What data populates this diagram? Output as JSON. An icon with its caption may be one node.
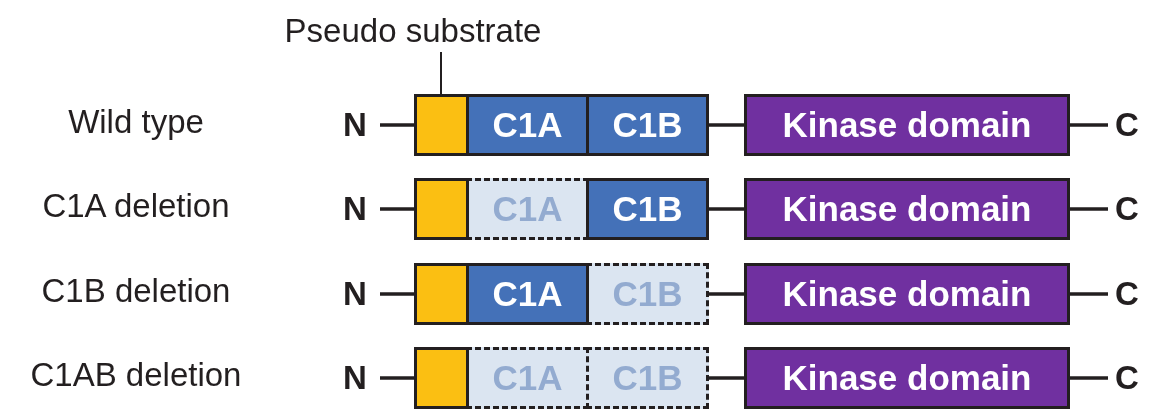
{
  "diagram": {
    "nodes": [
      {
        "text": [
          "Pseudo substrate"
        ]
      },
      {
        "text": [
          "N"
        ]
      },
      {
        "text": [],
        "shape": "box"
      },
      {
        "text": [
          "C1A"
        ]
      },
      {
        "text": [
          "C1B"
        ]
      },
      {
        "text": [
          "Kinase domain"
        ]
      },
      {
        "text": [
          "C"
        ]
      },
      {
        "text": [
          "N"
        ]
      },
      {
        "text": [],
        "shape": "box"
      },
      {
        "text": [
          "C1A"
        ]
      },
      {
        "text": [
          "C1B"
        ]
      },
      {
        "text": [
          "Kinase domain"
        ]
      },
      {
        "text": [
          "C"
        ]
      },
      {
        "text": [
          "N"
        ]
      },
      {
        "text": [],
        "shape": "box"
      },
      {
        "text": [
          "C1A"
        ]
      },
      {
        "text": [
          "C1B"
        ]
      },
      {
        "text": [
          "Kinase domain"
        ]
      },
      {
        "text": [
          "C"
        ]
      },
      {
        "text": [
          "N"
        ]
      },
      {
        "text": [],
        "shape": "box"
      },
      {
        "text": [
          "C1A"
        ]
      },
      {
        "text": [
          "C1B"
        ]
      },
      {
        "text": [
          "Kinase domain"
        ]
      },
      {
        "text": [
          "C"
        ]
      }
    ],
    "edges": [
      {
        "from": 0,
        "to": 2,
        "arrow": "none"
      },
      {
        "from": 1,
        "to": 2,
        "arrow": "none"
      },
      {
        "from": 4,
        "to": 5,
        "arrow": "none"
      },
      {
        "from": 5,
        "to": 6,
        "arrow": "none"
      },
      {
        "from": 7,
        "to": 8,
        "arrow": "none"
      },
      {
        "from": 10,
        "to": 11,
        "arrow": "none"
      },
      {
        "from": 11,
        "to": 12,
        "arrow": "none"
      },
      {
        "from": 13,
        "to": 14,
        "arrow": "none"
      },
      {
        "from": 16,
        "to": 17,
        "arrow": "none"
      },
      {
        "from": 17,
        "to": 18,
        "arrow": "none"
      },
      {
        "from": 19,
        "to": 20,
        "arrow": "none"
      },
      {
        "from": 22,
        "to": 23,
        "arrow": "none"
      },
      {
        "from": 23,
        "to": 24,
        "arrow": "none"
      }
    ],
    "labels": [
      "Wild type",
      "C1A deletion",
      "C1B deletion",
      "C1AB deletion"
    ]
  }
}
